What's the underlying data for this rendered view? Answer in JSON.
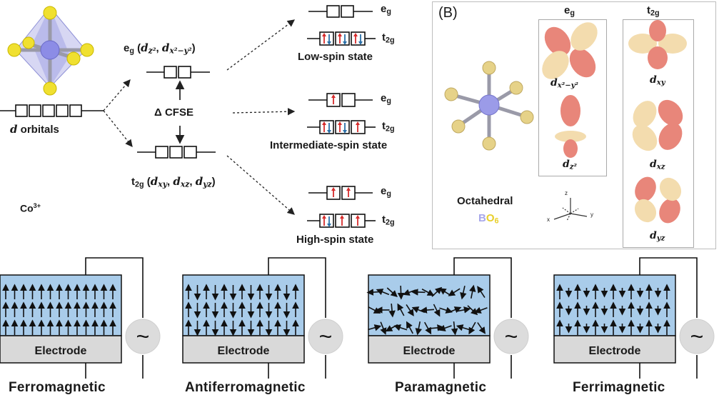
{
  "panel_a": {
    "d_orbitals_label_d": "d",
    "d_orbitals_label_rest": "orbitals",
    "ion_base": "Co",
    "ion_charge": "3+",
    "cfse_label": "Δ CFSE",
    "eg_group": {
      "e": "e",
      "g": "g",
      "orbitals_open": " (",
      "o1": "d",
      "o1_sub": "z²",
      "sep": ", ",
      "o2": "d",
      "o2_sub": "x²−y²",
      "close": ")"
    },
    "t2g_group": {
      "t": "t",
      "g": "2g",
      "orbitals_open": " (",
      "o1": "d",
      "o1_sub": "xy",
      "sep1": ", ",
      "o2": "d",
      "o2_sub": "xz",
      "sep2": ", ",
      "o3": "d",
      "o3_sub": "yz",
      "close": ")"
    },
    "eg_short": {
      "e": "e",
      "g": "g"
    },
    "t2g_short": {
      "t": "t",
      "g": "2g"
    },
    "states": [
      {
        "name": "Low-spin state"
      },
      {
        "name": "Intermediate-spin state"
      },
      {
        "name": "High-spin state"
      }
    ]
  },
  "panel_b": {
    "tag": "(B)",
    "eg_header": {
      "e": "e",
      "g": "g"
    },
    "t2g_header": {
      "t": "t",
      "g": "2g"
    },
    "orbitals": {
      "dx2y2": {
        "d": "d",
        "sub": "x²−y²"
      },
      "dz2": {
        "d": "d",
        "sub": "z²"
      },
      "dxy": {
        "d": "d",
        "sub": "xy"
      },
      "dxz": {
        "d": "d",
        "sub": "xz"
      },
      "dyz": {
        "d": "d",
        "sub": "yz"
      }
    },
    "geometry_label": "Octahedral",
    "formula": {
      "B": "B",
      "O": "O",
      "n": "6"
    },
    "axes": {
      "x": "x",
      "y": "y",
      "z": "z"
    }
  },
  "magnetism": [
    {
      "name": "Ferromagnetic",
      "electrode": "Electrode",
      "source": "~"
    },
    {
      "name": "Antiferromagnetic",
      "electrode": "Electrode",
      "source": "~"
    },
    {
      "name": "Paramagnetic",
      "electrode": "Electrode",
      "source": "~"
    },
    {
      "name": "Ferrimagnetic",
      "electrode": "Electrode",
      "source": "~"
    }
  ],
  "colors": {
    "spin_up": "#d62b2b",
    "spin_down": "#2a6fa8",
    "cation": "#8f8fe6",
    "ligand": "#f2e23a",
    "lobe_pink": "#e8867a",
    "lobe_cream": "#f3dcae",
    "film": "#a9ccea",
    "electrode": "#d9d9d9"
  }
}
